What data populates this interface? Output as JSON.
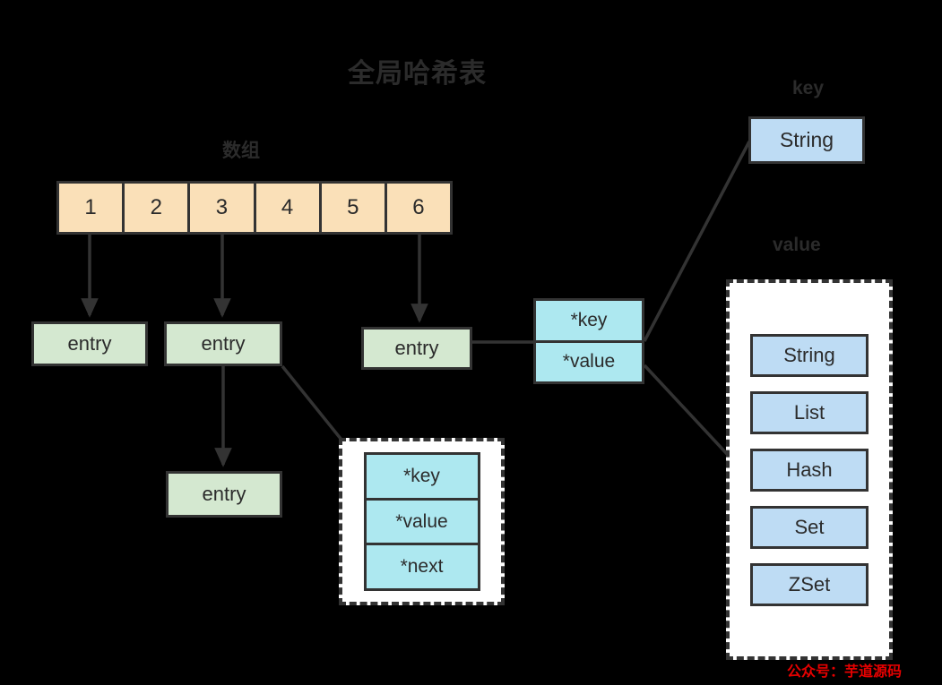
{
  "title": "全局哈希表",
  "array": {
    "label": "数组",
    "cells": [
      "1",
      "2",
      "3",
      "4",
      "5",
      "6"
    ],
    "fill_color": "#FAE0B8",
    "stroke_color": "#333333"
  },
  "entries": [
    {
      "label": "entry"
    },
    {
      "label": "entry"
    },
    {
      "label": "entry"
    },
    {
      "label": "entry"
    }
  ],
  "entry_style": {
    "fill_color": "#D4E8D0",
    "stroke_color": "#333333"
  },
  "kv_struct": {
    "fields": [
      "*key",
      "*value"
    ],
    "fill_color": "#ADE8F0"
  },
  "kvn_struct": {
    "fields": [
      "*key",
      "*value",
      "*next"
    ],
    "fill_color": "#ADE8F0",
    "container_fill": "#FFFFFF",
    "container_border": "dashed"
  },
  "key_section": {
    "label": "key",
    "type": "String",
    "fill_color": "#BEDCF4"
  },
  "value_section": {
    "label": "value",
    "types": [
      "String",
      "List",
      "Hash",
      "Set",
      "ZSet"
    ],
    "fill_color": "#BEDCF4",
    "container_fill": "#FFFFFF",
    "container_border": "dashed"
  },
  "watermark": {
    "text": "公众号：芋道源码",
    "color": "#E60000"
  },
  "background_color": "#000000"
}
